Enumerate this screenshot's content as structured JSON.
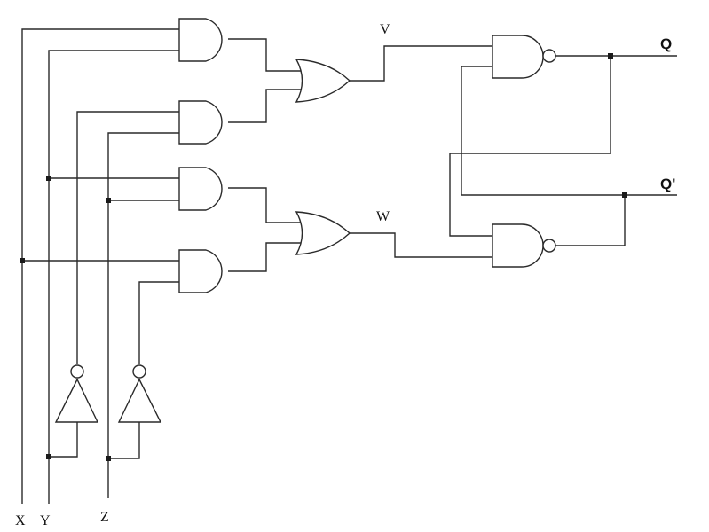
{
  "labels": {
    "x": "X",
    "y": "Y",
    "z": "Z",
    "v": "V",
    "w": "W",
    "q": "Q",
    "q_bar": "Q'"
  }
}
